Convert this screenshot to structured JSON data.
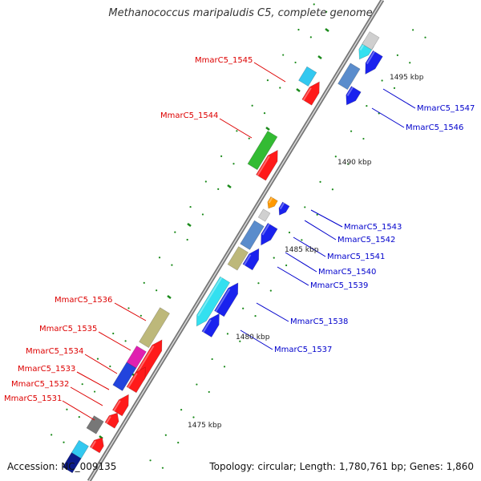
{
  "title": "Methanococcus maripaludis C5, complete genome",
  "footer": {
    "accession": "Accession: NC_009135",
    "topology": "Topology: circular; Length: 1,780,761 bp; Genes: 1,860"
  },
  "scale_labels": [
    "1475 kbp",
    "1480 kbp",
    "1485 kbp",
    "1490 kbp",
    "1495 kbp"
  ],
  "genes_left": [
    "MmarC5_1545",
    "MmarC5_1544",
    "MmarC5_1536",
    "MmarC5_1535",
    "MmarC5_1534",
    "MmarC5_1533",
    "MmarC5_1532",
    "MmarC5_1531"
  ],
  "genes_right": [
    "MmarC5_1547",
    "MmarC5_1546",
    "MmarC5_1543",
    "MmarC5_1542",
    "MmarC5_1541",
    "MmarC5_1540",
    "MmarC5_1539",
    "MmarC5_1538",
    "MmarC5_1537"
  ],
  "colors": {
    "left_label": "#dd0000",
    "right_label": "#0000cc",
    "backbone": "#8a8a8a",
    "tick": "#1a8a1a"
  }
}
